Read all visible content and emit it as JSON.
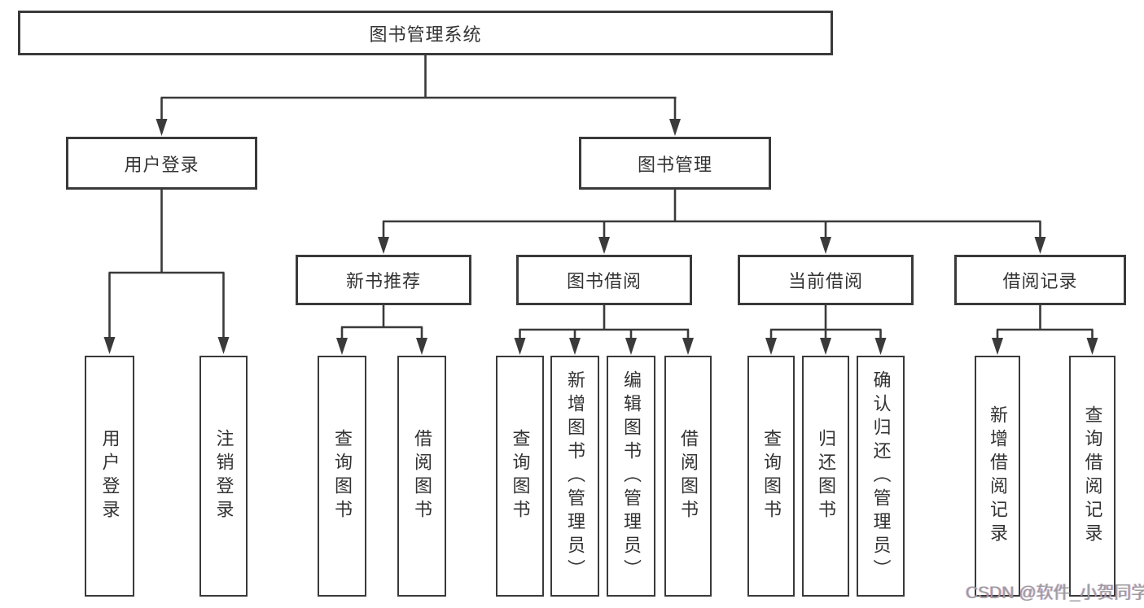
{
  "diagram": {
    "type": "hierarchy-tree",
    "root": {
      "label": "图书管理系统"
    },
    "branches": [
      {
        "label": "用户登录",
        "leaves": [
          "用户登录",
          "注销登录"
        ]
      },
      {
        "label": "图书管理",
        "children": [
          {
            "label": "新书推荐",
            "leaves": [
              "查询图书",
              "借阅图书"
            ]
          },
          {
            "label": "图书借阅",
            "leaves": [
              "查询图书",
              "新增图书（管理员）",
              "编辑图书（管理员）",
              "借阅图书"
            ]
          },
          {
            "label": "当前借阅",
            "leaves": [
              "查询图书",
              "归还图书",
              "确认归还（管理员）"
            ]
          },
          {
            "label": "借阅记录",
            "leaves": [
              "新增借阅记录",
              "查询借阅记录"
            ]
          }
        ]
      }
    ]
  },
  "watermark": {
    "text": "CSDN @软件_小贺同学"
  },
  "colors": {
    "background": "#ffffff",
    "line": "#3a3a3a",
    "box_border": "#3a3a3a",
    "text": "#333333",
    "watermark": "#9b9b9e"
  }
}
